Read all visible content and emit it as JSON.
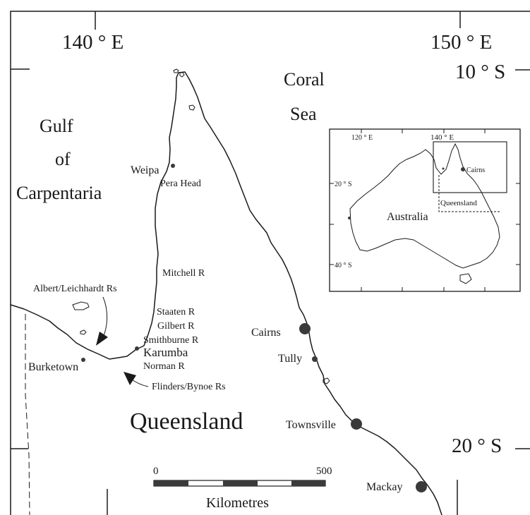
{
  "grid": {
    "lon_140": "140 ° E",
    "lon_150": "150 ° E",
    "lat_10": "10 ° S",
    "lat_20": "20 ° S"
  },
  "water": {
    "coral_1": "Coral",
    "coral_2": "Sea",
    "gulf_1": "Gulf",
    "gulf_2": "of",
    "gulf_3": "Carpentaria"
  },
  "region": "Queensland",
  "places": {
    "weipa": "Weipa",
    "pera_head": "Pera Head",
    "mitchell": "Mitchell R",
    "albert": "Albert/Leichhardt Rs",
    "staaten": "Staaten R",
    "gilbert": "Gilbert R",
    "smithburne": "Smithburne R",
    "karumba": "Karumba",
    "norman": "Norman R",
    "burketown": "Burketown",
    "flinders": "Flinders/Bynoe Rs",
    "cairns": "Cairns",
    "tully": "Tully",
    "townsville": "Townsville",
    "mackay": "Mackay"
  },
  "scale": {
    "zero": "0",
    "max": "500",
    "unit": "Kilometres"
  },
  "inset": {
    "lon_120": "120 ° E",
    "lon_140": "140 ° E",
    "lat_20": "20 ° S",
    "lat_40": "40 ° S",
    "cairns": "Cairns",
    "queensland": "Queensland",
    "australia": "Australia"
  }
}
